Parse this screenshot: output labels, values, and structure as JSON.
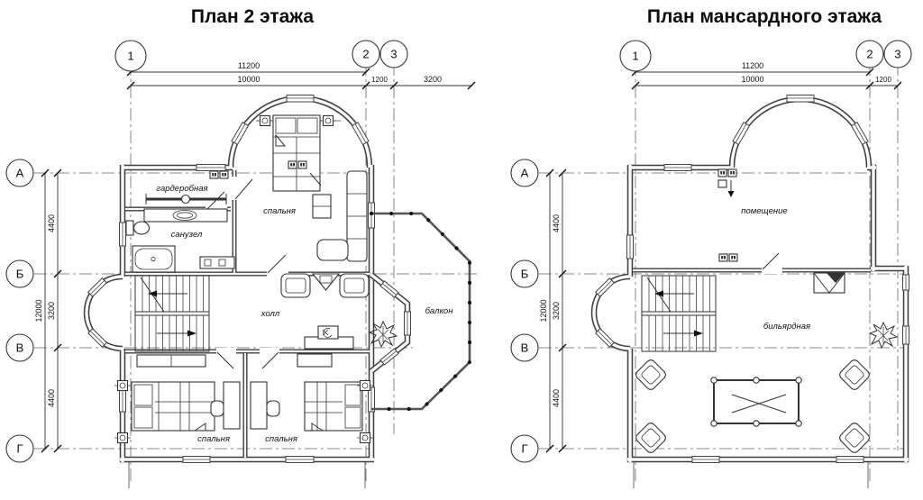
{
  "background": "#ffffff",
  "line_color": "#3f3f3f",
  "plans": [
    {
      "title": "План 2 этажа",
      "col_axes": [
        "1",
        "2",
        "3"
      ],
      "row_axes": [
        "А",
        "Б",
        "В",
        "Г"
      ],
      "top_dims": {
        "overall": "11200",
        "seg1": "10000",
        "seg2": "1200",
        "seg3": "3200"
      },
      "side_dims": {
        "overall": "12000",
        "seg1": "4400",
        "seg2": "3200",
        "seg3": "4400"
      },
      "rooms": {
        "wardrobe": "гардеробная",
        "master_bedroom": "спальня",
        "bathroom": "санузел",
        "hall": "холл",
        "balcony": "балкон",
        "bedroom_left": "спальня",
        "bedroom_right": "спальня"
      }
    },
    {
      "title": "План мансардного этажа",
      "col_axes": [
        "1",
        "2",
        "3"
      ],
      "row_axes": [
        "А",
        "Б",
        "В",
        "Г"
      ],
      "top_dims": {
        "overall": "11200",
        "seg1": "10000",
        "seg2": "1200"
      },
      "side_dims": {
        "overall": "12000",
        "seg1": "4400",
        "seg2": "3200",
        "seg3": "4400"
      },
      "rooms": {
        "room": "помещение",
        "billiard": "бильярдная"
      }
    }
  ]
}
